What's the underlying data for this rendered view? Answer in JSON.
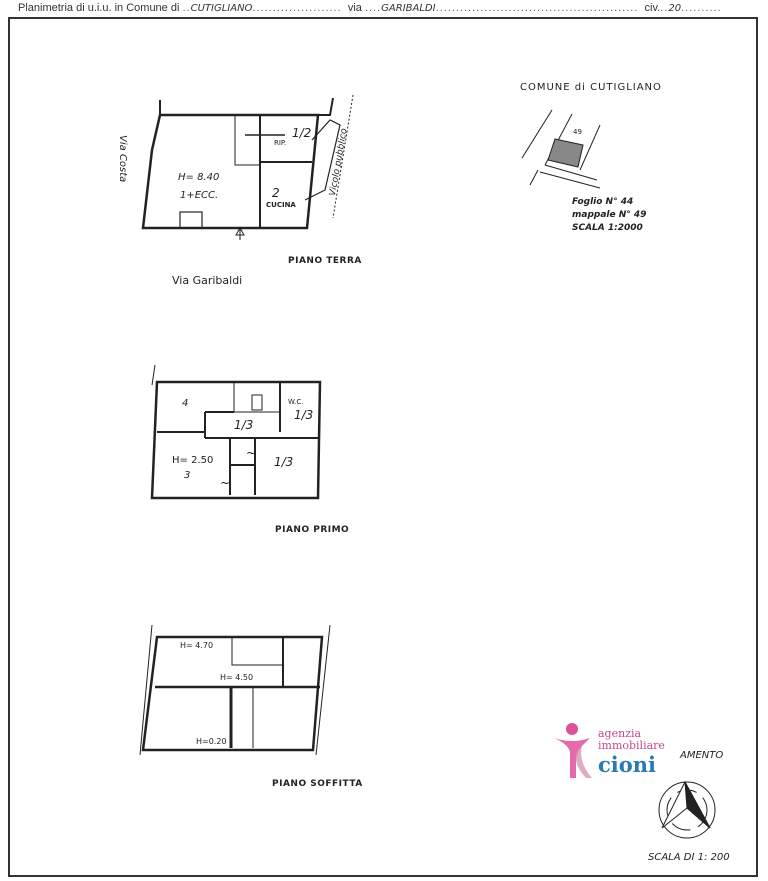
{
  "header": {
    "label_planimetria": "Planimetria di u.i.u. in Comune di",
    "comune": "CUTIGLIANO",
    "label_via": "via",
    "via": "GARIBALDI",
    "label_civ": "civ.",
    "civico": "20"
  },
  "location_map": {
    "title": "COMUNE di CUTIGLIANO",
    "parcel": "49",
    "foglio": "Foglio N° 44",
    "mappale": "mappale N° 49",
    "scala": "SCALA 1:2000"
  },
  "ground_floor": {
    "caption": "PIANO TERRA",
    "street_bottom": "Via Garibaldi",
    "street_left": "Via Costa",
    "alley": "Vicolo pubblico",
    "room_main_height": "H= 8.40",
    "room_main_label": "1+ECC.",
    "room_rip_label": "RIP.",
    "room_rip_fraction": "1/2",
    "room_kitchen_number": "2",
    "room_kitchen_label": "CUCINA"
  },
  "first_floor": {
    "caption": "PIANO PRIMO",
    "room4": "4",
    "corridor": "1/3",
    "wc_label": "W.C.",
    "wc_fraction": "1/3",
    "room3_height": "H= 2.50",
    "room3": "3",
    "room_right": "1/3",
    "tilde1": "~",
    "tilde2": "~"
  },
  "attic": {
    "caption": "PIANO SOFFITTA",
    "h1": "H= 4.70",
    "h2": "H= 4.50",
    "h3": "H=0.20"
  },
  "legend": {
    "orientation_partial": "AMENTO",
    "scale": "SCALA DI 1: 200"
  },
  "logo": {
    "line1": "agenzia",
    "line2": "immobiliare",
    "line3": "cioni",
    "pink": "#e0509a",
    "blue": "#2a79b3"
  }
}
